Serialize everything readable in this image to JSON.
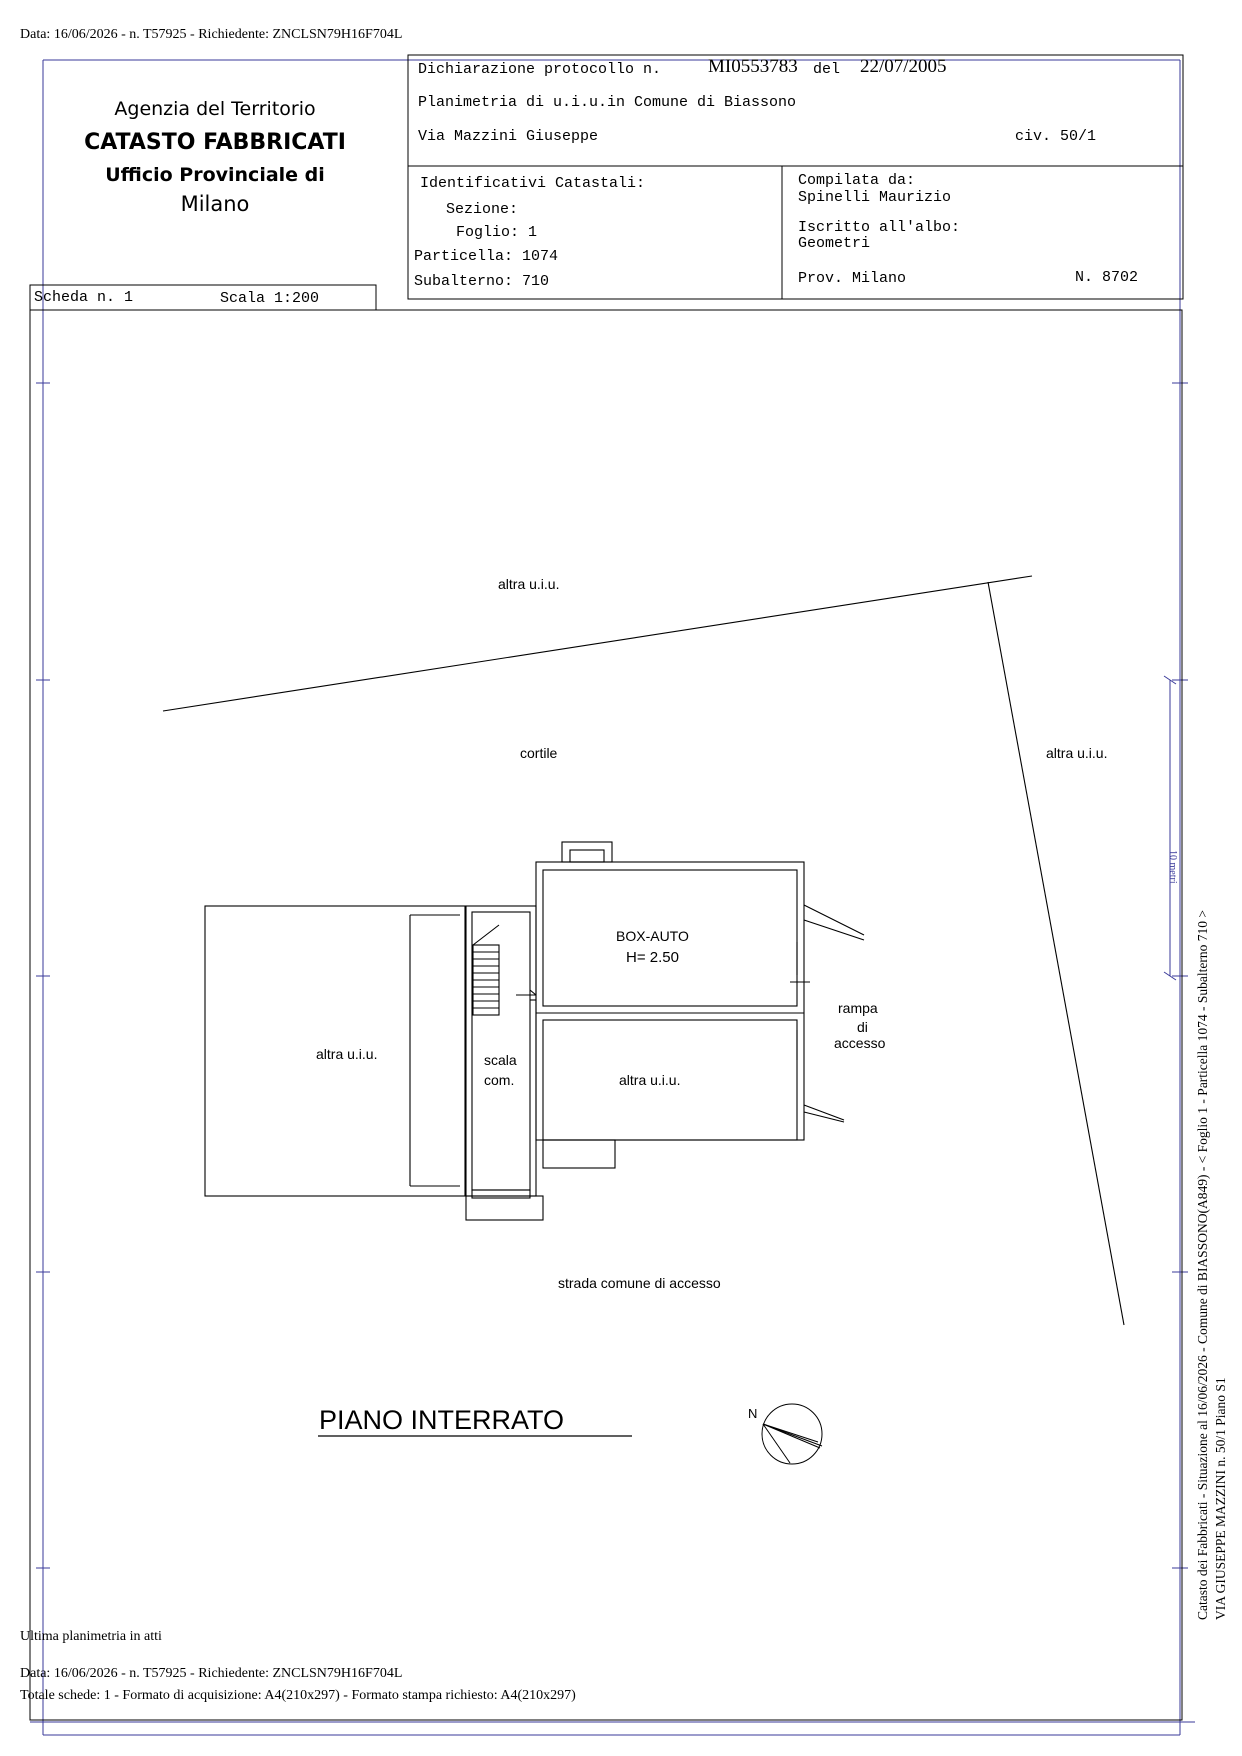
{
  "top_line": "Data: 16/06/2026 - n. T57925 - Richiedente: ZNCLSN79H16F704L",
  "header_left": {
    "agency": "Agenzia del Territorio",
    "catasto": "CATASTO FABBRICATI",
    "office": "Ufficio Provinciale di",
    "city": "Milano"
  },
  "header_top": {
    "protocol_label": "Dichiarazione protocollo n.",
    "protocol_number": "MI0553783",
    "del_label": "del",
    "protocol_date": "22/07/2005",
    "plan_line": "Planimetria di u.i.u.in Comune di Biassono",
    "street": "Via Mazzini Giuseppe",
    "civ": "civ. 50/1"
  },
  "identifiers": {
    "title": "Identificativi Catastali:",
    "sezione": "Sezione:",
    "foglio": "Foglio: 1",
    "particella": "Particella: 1074",
    "subalterno": "Subalterno: 710"
  },
  "compiler": {
    "label": "Compilata da:",
    "name": "Spinelli Maurizio",
    "albo_label": "Iscritto all'albo:",
    "albo": "Geometri",
    "prov": "Prov. Milano",
    "number": "N.  8702"
  },
  "scheda": {
    "scheda": "Scheda n. 1",
    "scala": "Scala 1:200"
  },
  "plan": {
    "altra_top": "altra u.i.u.",
    "cortile": "cortile",
    "altra_right": "altra u.i.u.",
    "box_title": "BOX-AUTO",
    "box_height": "H= 2.50",
    "rampa": [
      "rampa",
      "di",
      "accesso"
    ],
    "altra_left": "altra u.i.u.",
    "scala": [
      "scala",
      "com."
    ],
    "altra_center": "altra u.i.u.",
    "strada": "strada comune di accesso",
    "piano": "PIANO INTERRATO",
    "north": "N"
  },
  "side_text": {
    "line1": "Catasto dei Fabbricati - Situazione al 16/06/2026 - Comune di BIASSONO(A849) - < Foglio 1 - Particella 1074 - Subalterno 710 >",
    "line2": "VIA GIUSEPPE MAZZINI n. 50/1 Piano S1",
    "scale_marker": "10 metri"
  },
  "footer": {
    "last_plan": "Ultima planimetria in atti",
    "data_line": "Data: 16/06/2026 - n. T57925 - Richiedente: ZNCLSN79H16F704L",
    "totale_line": "Totale schede: 1 - Formato di acquisizione: A4(210x297)  - Formato stampa richiesto: A4(210x297)"
  },
  "colors": {
    "frame_blue": "#3a3a9a",
    "ink": "#000000"
  }
}
